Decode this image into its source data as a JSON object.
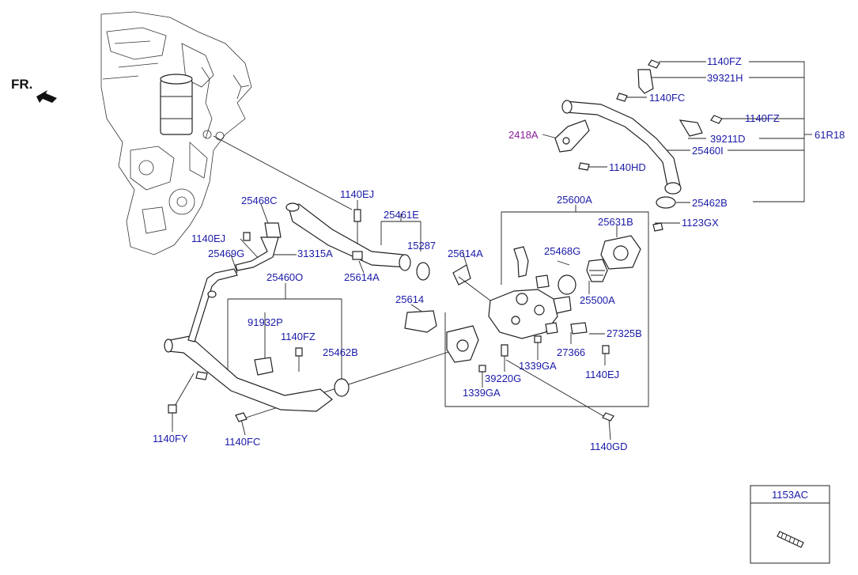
{
  "orientation_label": "FR.",
  "inset": {
    "title": "1153AC"
  },
  "labels": {
    "l_1140fz_top": "1140FZ",
    "l_39321h": "39321H",
    "l_1140fc_top": "1140FC",
    "l_1140fz_mid": "1140FZ",
    "l_61r18": "61R18",
    "l_2418a": "2418A",
    "l_39211d": "39211D",
    "l_25460i": "25460I",
    "l_1140hd": "1140HD",
    "l_25462b_top": "25462B",
    "l_1140ej_top": "1140EJ",
    "l_25468c": "25468C",
    "l_25461e": "25461E",
    "l_25600a": "25600A",
    "l_25631b": "25631B",
    "l_1123gx": "1123GX",
    "l_1140ej_left": "1140EJ",
    "l_15287": "15287",
    "l_25469g": "25469G",
    "l_31315a": "31315A",
    "l_25614a_mid": "25614A",
    "l_25468g": "25468G",
    "l_25614a_left": "25614A",
    "l_25460o": "25460O",
    "l_25500a": "25500A",
    "l_25614": "25614",
    "l_91932p": "91932P",
    "l_27325b": "27325B",
    "l_1140fz_low": "1140FZ",
    "l_27366": "27366",
    "l_25462b_low": "25462B",
    "l_1339ga_right": "1339GA",
    "l_39220g": "39220G",
    "l_1140ej_right": "1140EJ",
    "l_1339ga_low": "1339GA",
    "l_1140fy": "1140FY",
    "l_1140fc_low": "1140FC",
    "l_1140gd": "1140GD"
  }
}
